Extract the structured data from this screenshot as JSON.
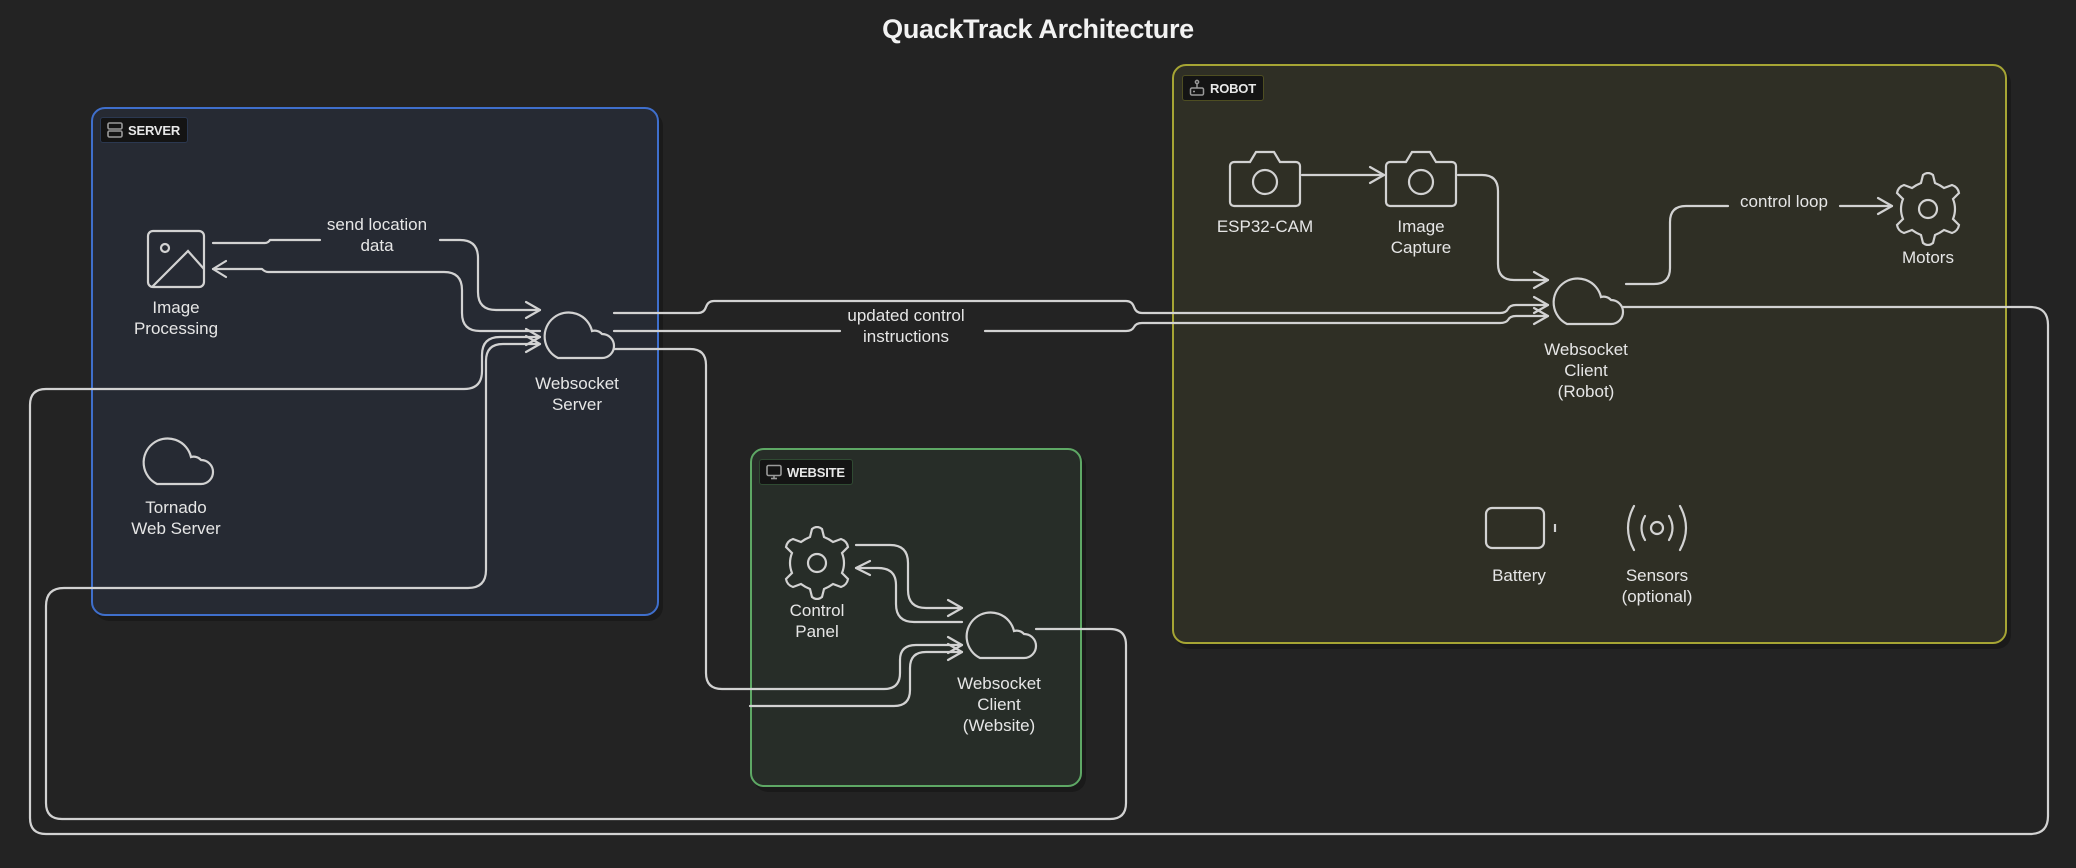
{
  "title": "QuackTrack Architecture",
  "colors": {
    "background": "#232323",
    "server_border": "#3f6fcc",
    "robot_border": "#a6a534",
    "website_border": "#5ea865",
    "line": "#d4d4d4"
  },
  "groups": {
    "server": {
      "label": "SERVER",
      "icon": "server-icon"
    },
    "robot": {
      "label": "ROBOT",
      "icon": "robot-icon"
    },
    "website": {
      "label": "WEBSITE",
      "icon": "monitor-icon"
    }
  },
  "nodes": {
    "image_processing": {
      "label_1": "Image",
      "label_2": "Processing",
      "icon": "image-icon"
    },
    "tornado": {
      "label_1": "Tornado",
      "label_2": "Web Server",
      "icon": "cloud-icon"
    },
    "ws_server": {
      "label_1": "Websocket",
      "label_2": "Server",
      "icon": "cloud-icon"
    },
    "esp32": {
      "label": "ESP32-CAM",
      "icon": "camera-icon"
    },
    "image_capture": {
      "label_1": "Image",
      "label_2": "Capture",
      "icon": "camera-icon"
    },
    "ws_robot": {
      "label_1": "Websocket",
      "label_2": "Client",
      "label_3": "(Robot)",
      "icon": "cloud-icon"
    },
    "motors": {
      "label": "Motors",
      "icon": "gear-icon"
    },
    "battery": {
      "label": "Battery",
      "icon": "battery-icon"
    },
    "sensors": {
      "label_1": "Sensors",
      "label_2": "(optional)",
      "icon": "sensor-icon"
    },
    "control_panel": {
      "label_1": "Control",
      "label_2": "Panel",
      "icon": "gear-icon"
    },
    "ws_website": {
      "label_1": "Websocket",
      "label_2": "Client",
      "label_3": "(Website)",
      "icon": "cloud-icon"
    }
  },
  "edges": {
    "send_location_1": "send location",
    "send_location_2": "data",
    "updated_control_1": "updated control",
    "updated_control_2": "instructions",
    "control_loop": "control loop"
  }
}
